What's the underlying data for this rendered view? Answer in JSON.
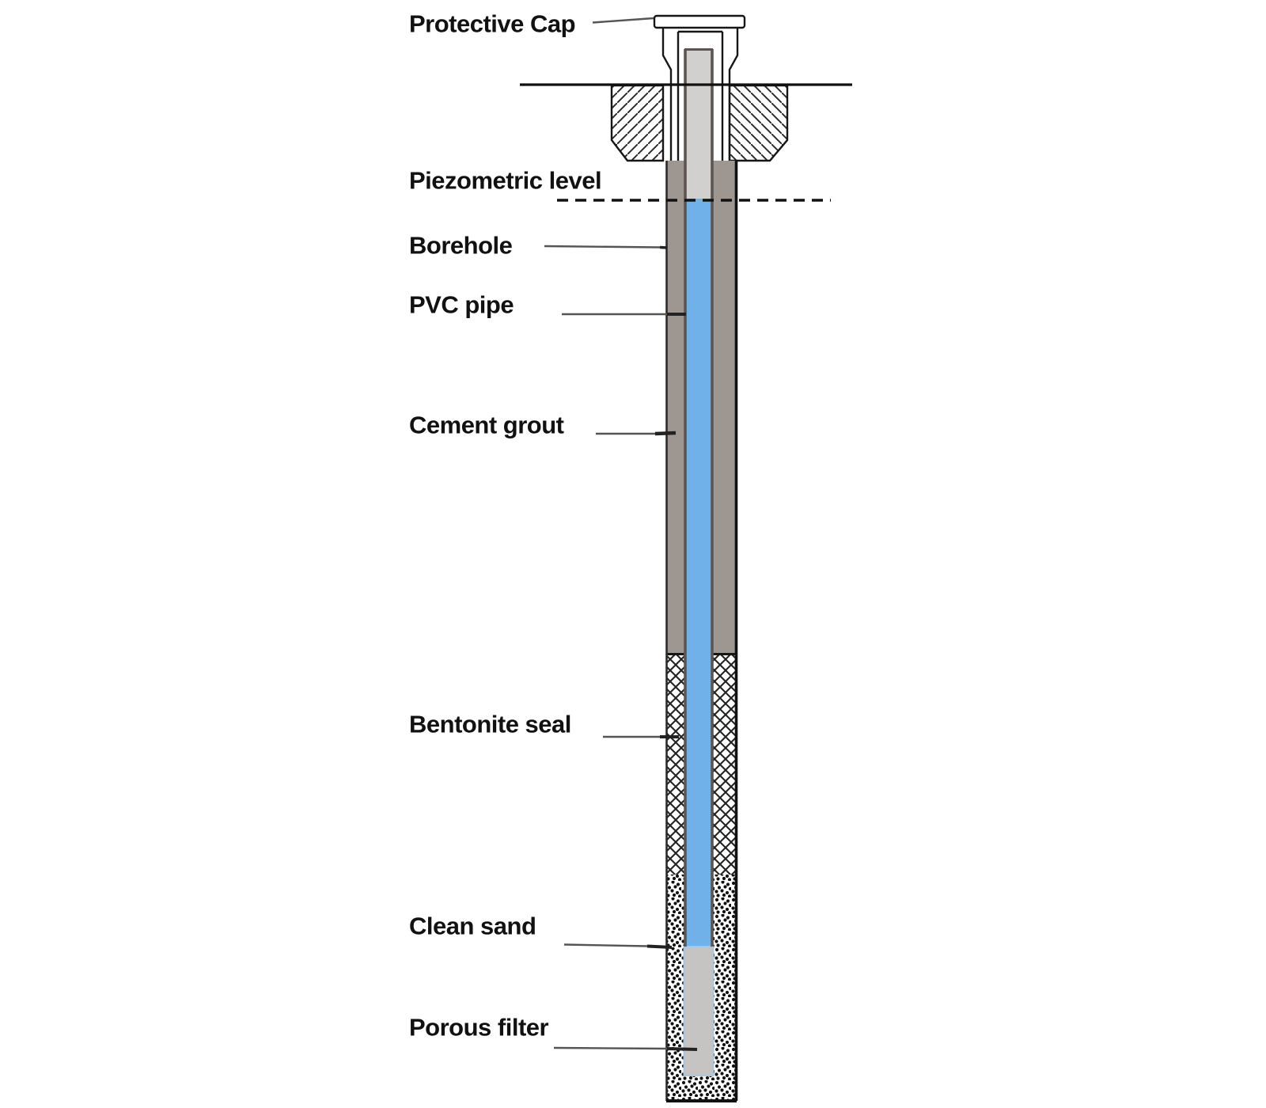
{
  "diagram": {
    "type": "piezometer-borehole-installation-schematic",
    "background": "#FFFFFF",
    "labels": {
      "protective_cap": "Protective Cap",
      "piezometric_level": "Piezometric level",
      "borehole": "Borehole",
      "pvc_pipe": "PVC pipe",
      "cement_grout": "Cement grout",
      "bentonite_seal": "Bentonite seal",
      "clean_sand": "Clean sand",
      "porous_filter": "Porous filter"
    },
    "colors": {
      "water": "#6FB1E8",
      "cement_grout": "#9D9691",
      "pvc_pipe_interior": "#D2D0CE",
      "pvc_pipe_wall": "#5D5551",
      "porous_filter": "#C6C4C2",
      "outline": "#161616",
      "leader_line": "#555555",
      "label_text": "#111111"
    },
    "patterns": {
      "bentonite_seal": "crosshatch",
      "clean_sand": "stipple-dots",
      "concrete_pad": "diagonal-hatch"
    }
  }
}
